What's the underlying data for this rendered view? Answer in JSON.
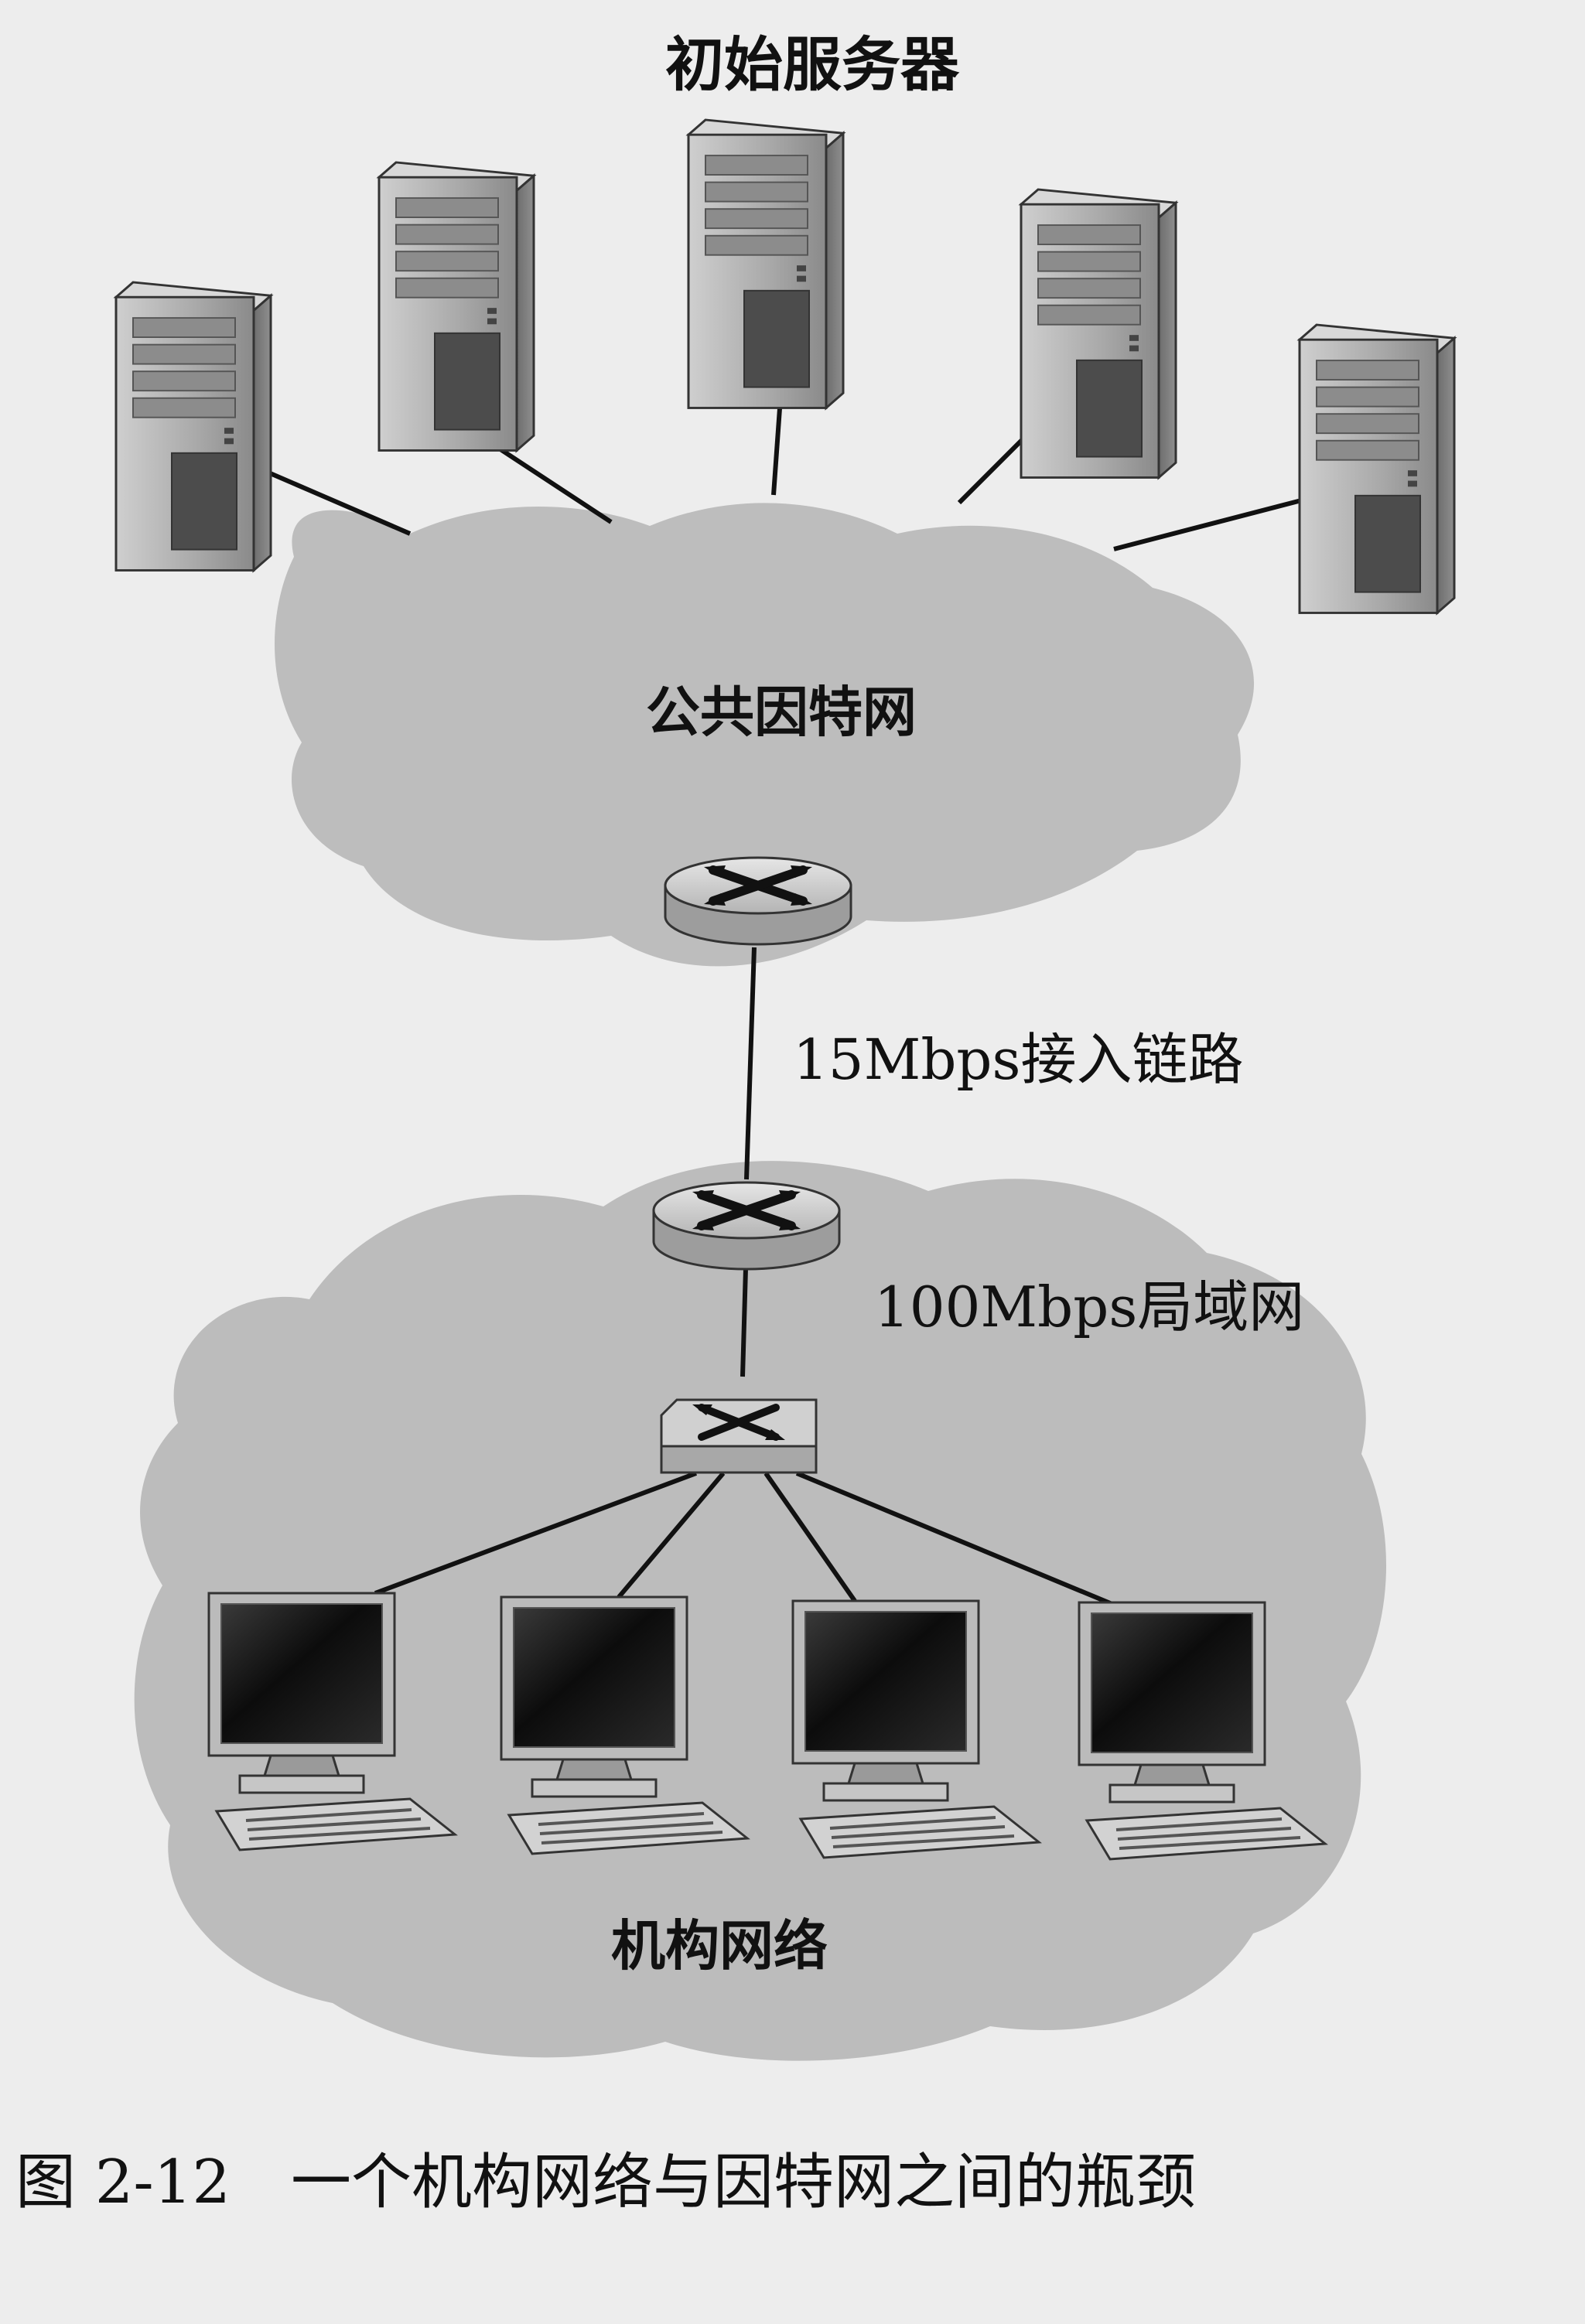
{
  "diagram": {
    "servers_label": "初始服务器",
    "public_internet_label": "公共因特网",
    "access_link_label": "15Mbps接入链路",
    "lan_label": "100Mbps局域网",
    "institution_label": "机构网络",
    "caption": "图 2-12　一个机构网络与因特网之间的瓶颈"
  },
  "colors": {
    "page": "#ededed",
    "cloud": "#bdbdbd",
    "server_body": "#9a9a9a",
    "router": "#c8c8c8",
    "text": "#111111"
  },
  "icons": [
    "server-icon",
    "router-icon",
    "switch-icon",
    "computer-icon"
  ]
}
